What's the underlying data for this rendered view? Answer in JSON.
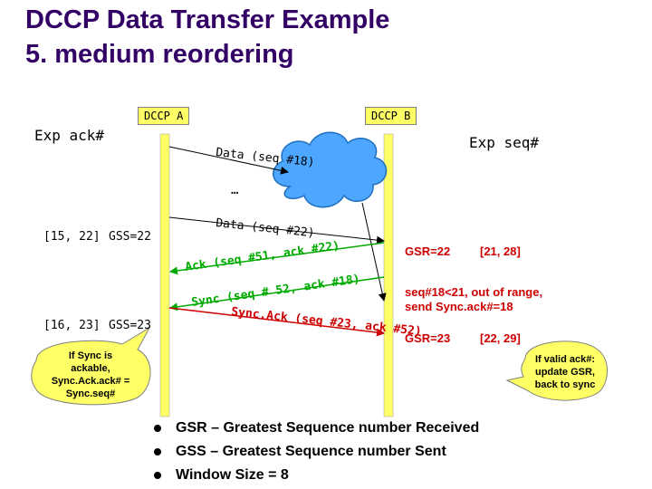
{
  "title_line1": "DCCP Data Transfer Example",
  "title_line2": "5. medium reordering",
  "dccp_a": "DCCP A",
  "dccp_b": "DCCP B",
  "exp_ack": "Exp ack#",
  "exp_seq": "Exp seq#",
  "msg_data18": "Data (seq #18)",
  "ellipsis": "…",
  "msg_data22": "Data (seq #22)",
  "msg_ack": "Ack (seq #51, ack #22)",
  "msg_sync": "Sync (seq # 52, ack #18)",
  "msg_syncack": "Sync.Ack (seq #23, ack #52)",
  "a_range1": "[15, 22]",
  "a_gss1": "GSS=22",
  "a_range2": "[16, 23]",
  "a_gss2": "GSS=23",
  "b_gsr1": "GSR=22",
  "b_range1": "[21, 28]",
  "b_note_line1": "seq#18<21, out of range,",
  "b_note_line2": "send Sync.ack#=18",
  "b_gsr2": "GSR=23",
  "b_range2": "[22, 29]",
  "callout_left": [
    "If Sync is",
    "ackable,",
    "Sync.Ack.ack# =",
    "Sync.seq#"
  ],
  "callout_right": [
    "If valid ack#:",
    "update GSR,",
    "back to sync"
  ],
  "bullets": [
    "GSR – Greatest Sequence number Received",
    "GSS – Greatest Sequence number Sent",
    "Window Size = 8"
  ],
  "colors": {
    "title": "#330066",
    "timeline": "#ffff66",
    "cloud": "#4da6ff",
    "green": "#00aa00",
    "red": "#cc0000",
    "note": "#cc0000"
  }
}
